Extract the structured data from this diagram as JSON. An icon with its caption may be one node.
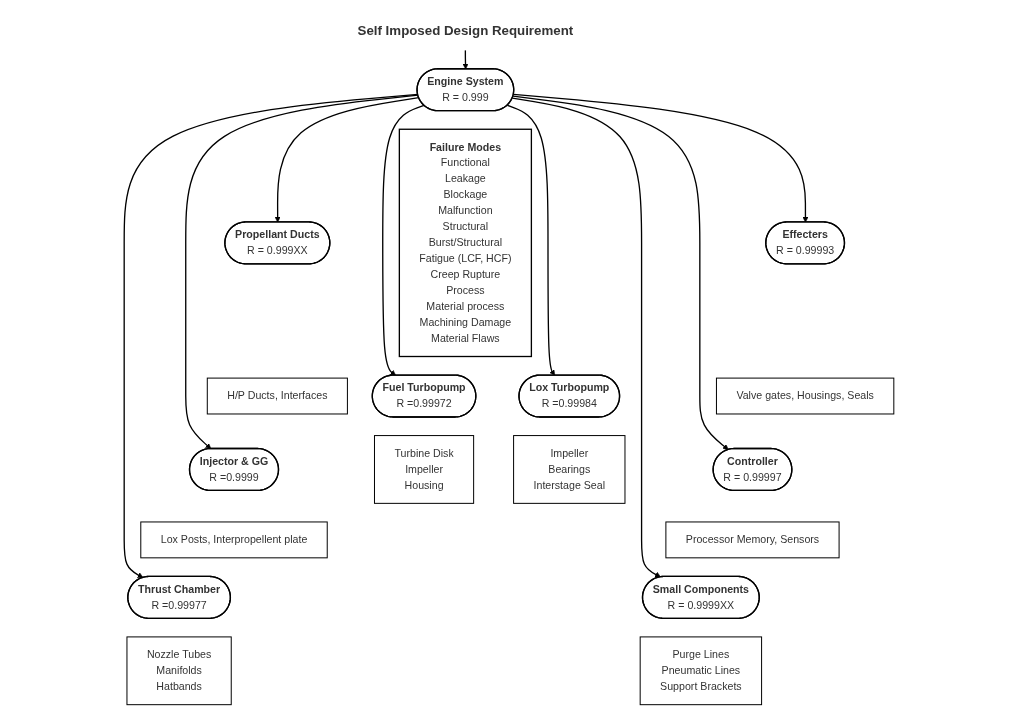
{
  "diagram": {
    "nodes": [
      {
        "text": [
          "Engine System",
          "R = 0.999"
        ]
      },
      {
        "text": [
          "Self Imposed Design Requirement"
        ]
      },
      {
        "text": [
          "Failure Modes",
          "Functional",
          "Leakage",
          "Blockage",
          "Malfunction",
          "Structural",
          "Burst/Structural",
          "Fatigue (LCF, HCF)",
          "Creep Rupture",
          "Process",
          "Material process",
          "Machining Damage",
          "Material Flaws"
        ]
      },
      {
        "text": [
          "Propellant Ducts",
          "R = 0.999XX"
        ]
      },
      {
        "text": [
          "H/P Ducts, Interfaces"
        ]
      },
      {
        "text": [
          "Effecters",
          "R = 0.99993"
        ]
      },
      {
        "text": [
          "Valve gates, Housings, Seals"
        ]
      },
      {
        "text": [
          "Injector & GG",
          "R =0.9999"
        ]
      },
      {
        "text": [
          "Lox Posts, Interpropellent plate"
        ]
      },
      {
        "text": [
          "Controller",
          "R = 0.99997"
        ]
      },
      {
        "text": [
          "Processor Memory, Sensors"
        ]
      },
      {
        "text": [
          "Thrust Chamber",
          "R =0.99977"
        ]
      },
      {
        "text": [
          "Nozzle Tubes",
          "Manifolds",
          "Hatbands"
        ]
      },
      {
        "text": [
          "Small Components",
          "R = 0.9999XX"
        ]
      },
      {
        "text": [
          "Purge Lines",
          "Pneumatic Lines",
          "Support Brackets"
        ]
      },
      {
        "text": [
          "Fuel Turbopump",
          "R =0.99972"
        ]
      },
      {
        "text": [
          "Turbine Disk",
          "Impeller",
          "Housing"
        ]
      },
      {
        "text": [
          "Lox Turbopump",
          "R =0.99984"
        ]
      },
      {
        "text": [
          "Impeller",
          "Bearings",
          "Interstage Seal"
        ]
      }
    ],
    "edges": [
      {
        "from": 1,
        "to": 0,
        "arrow": "to"
      },
      {
        "from": 0,
        "to": 3,
        "arrow": "to"
      },
      {
        "from": 0,
        "to": 7,
        "arrow": "to"
      },
      {
        "from": 0,
        "to": 11,
        "arrow": "to"
      },
      {
        "from": 0,
        "to": 15,
        "arrow": "to"
      },
      {
        "from": 0,
        "to": 17,
        "arrow": "to"
      },
      {
        "from": 0,
        "to": 13,
        "arrow": "to"
      },
      {
        "from": 0,
        "to": 9,
        "arrow": "to"
      },
      {
        "from": 0,
        "to": 5,
        "arrow": "to"
      }
    ]
  }
}
